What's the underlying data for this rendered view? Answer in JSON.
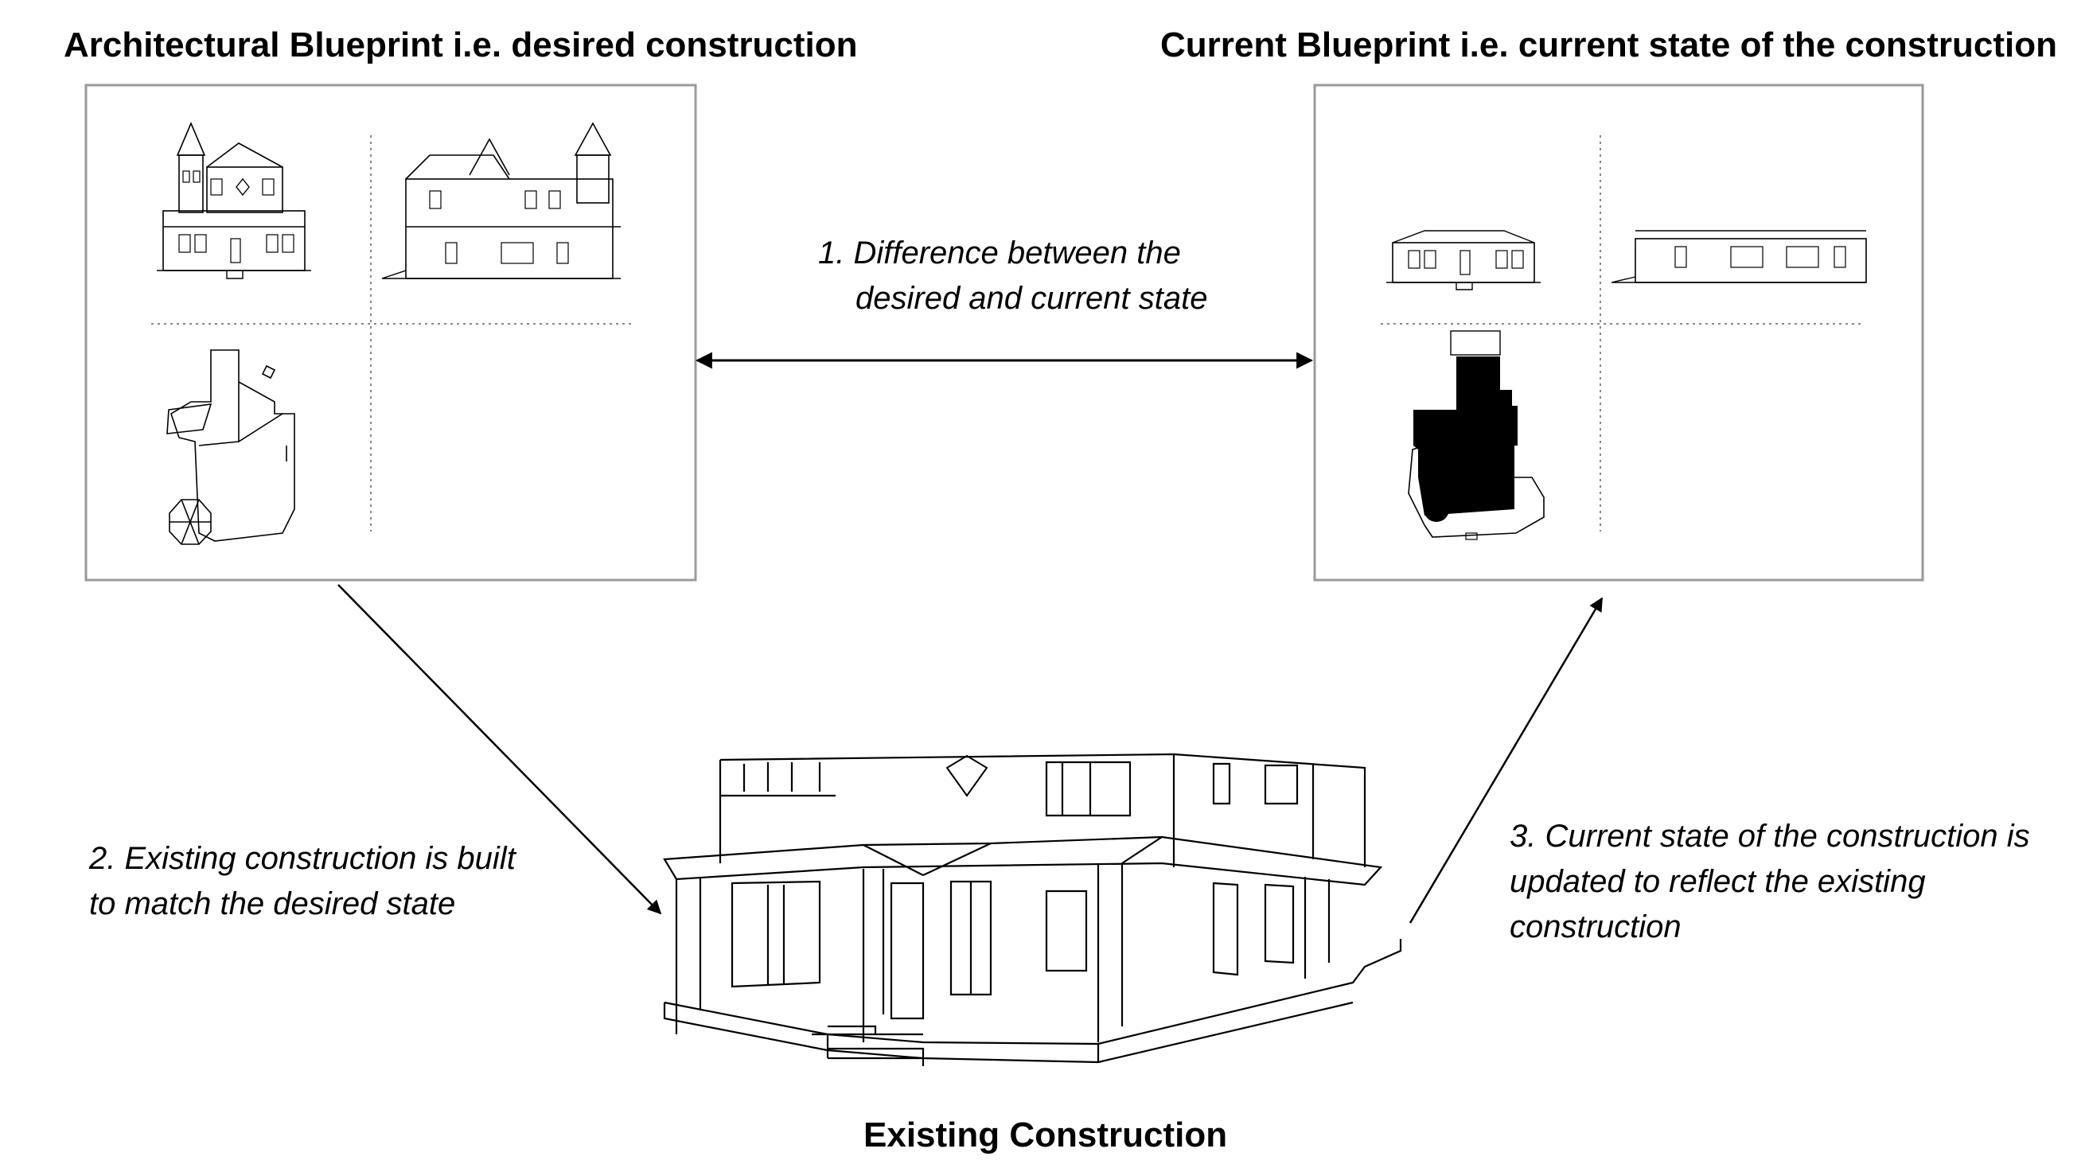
{
  "titles": {
    "left": "Architectural Blueprint i.e. desired construction",
    "right": "Current Blueprint i.e. current state of the construction",
    "bottom": "Existing Construction"
  },
  "notes": {
    "difference": [
      "1. Difference between the",
      "desired and current state"
    ],
    "built": [
      "2. Existing construction is built",
      "to match the desired state"
    ],
    "updated": [
      "3. Current state of the construction is",
      "updated to reflect the existing",
      "construction"
    ]
  },
  "colors": {
    "panel_border": "#9a9a9a",
    "divider": "#888888",
    "ink": "#000000"
  }
}
